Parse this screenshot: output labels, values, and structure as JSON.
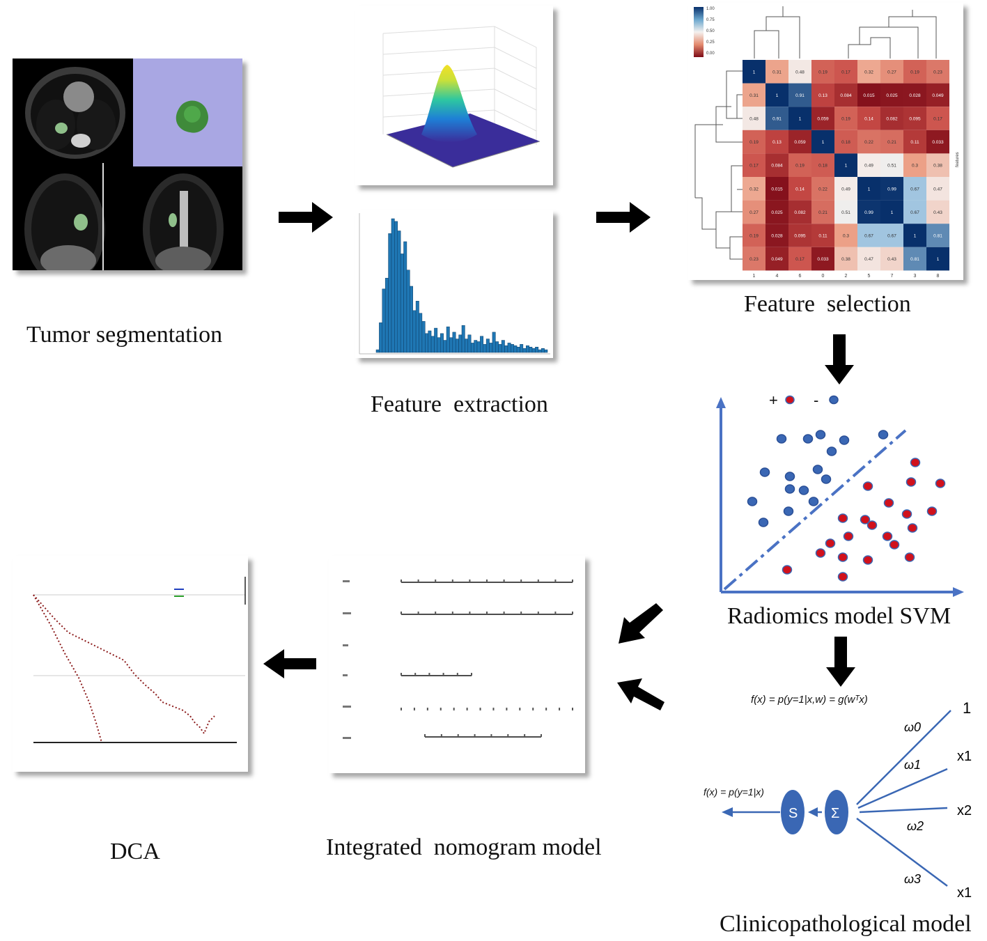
{
  "labels": {
    "tumor_segmentation": "Tumor segmentation",
    "feature_extraction": "Feature  extraction",
    "feature_selection": "Feature  selection",
    "radiomics_model": "Radiomics model SVM",
    "clinicopathological_model": "Clinicopathological model",
    "integrated_nomogram": "Integrated  nomogram model",
    "dca": "DCA"
  },
  "svm": {
    "legend_positive": "+",
    "legend_negative": "-",
    "positive_color": "#d0111c",
    "negative_color": "#3a67b4",
    "axis_color": "#4a72c4"
  },
  "formulas": {
    "svm_formula": "f(x) = p(y=1|x,w) = g(wᵀx)",
    "logistic_formula": "f(x) = p(y=1|x)"
  },
  "network": {
    "sigmoid_node": "S",
    "sum_node": "Σ",
    "inputs": [
      "1",
      "x1",
      "x2",
      "x1"
    ],
    "weights": [
      "ω0",
      "ω1",
      "ω2",
      "ω3"
    ],
    "node_color": "#3a67b4"
  },
  "heatmap": {
    "col_labels": [
      "1",
      "4",
      "6",
      "0",
      "2",
      "5",
      "7",
      "3",
      "8"
    ],
    "colorbar_ticks": [
      "1.00",
      "0.75",
      "0.50",
      "0.25",
      "0.00"
    ],
    "axis_label": "features",
    "matrix": [
      [
        "1",
        "0.31",
        "0.48",
        "0.19",
        "0.17",
        "0.32",
        "0.27",
        "0.19",
        "0.23"
      ],
      [
        "0.31",
        "1",
        "0.91",
        "0.13",
        "0.084",
        "0.015",
        "0.025",
        "0.028",
        "0.049"
      ],
      [
        "0.48",
        "0.91",
        "1",
        "0.059",
        "0.19",
        "0.14",
        "0.082",
        "0.095",
        "0.17"
      ],
      [
        "0.19",
        "0.13",
        "0.059",
        "1",
        "0.18",
        "0.22",
        "0.21",
        "0.11",
        "0.033"
      ],
      [
        "0.17",
        "0.084",
        "0.19",
        "0.18",
        "1",
        "0.49",
        "0.51",
        "0.3",
        "0.38"
      ],
      [
        "0.32",
        "0.015",
        "0.14",
        "0.22",
        "0.49",
        "1",
        "0.99",
        "0.67",
        "0.47"
      ],
      [
        "0.27",
        "0.025",
        "0.082",
        "0.21",
        "0.51",
        "0.99",
        "1",
        "0.67",
        "0.43"
      ],
      [
        "0.19",
        "0.028",
        "0.095",
        "0.11",
        "0.3",
        "0.67",
        "0.67",
        "1",
        "0.81"
      ],
      [
        "0.23",
        "0.049",
        "0.17",
        "0.033",
        "0.38",
        "0.47",
        "0.43",
        "0.81",
        "1"
      ]
    ]
  },
  "histogram": {
    "bar_color": "#1f77b4",
    "values": [
      2,
      22,
      47,
      55,
      88,
      99,
      97,
      90,
      73,
      82,
      61,
      49,
      31,
      38,
      29,
      23,
      14,
      16,
      12,
      18,
      11,
      14,
      9,
      19,
      11,
      15,
      10,
      13,
      20,
      10,
      13,
      7,
      9,
      8,
      12,
      6,
      10,
      7,
      15,
      8,
      6,
      9,
      5,
      7,
      6,
      5,
      4,
      6,
      3,
      5,
      4,
      3,
      4,
      2,
      3,
      2
    ]
  }
}
